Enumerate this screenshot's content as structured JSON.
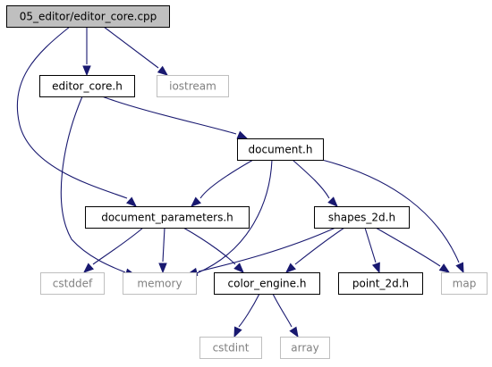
{
  "graph": {
    "nodes": [
      {
        "id": "editor_core_cpp",
        "label": "05_editor/editor_core.cpp",
        "kind": "root"
      },
      {
        "id": "editor_core_h",
        "label": "editor_core.h",
        "kind": "header"
      },
      {
        "id": "iostream",
        "label": "iostream",
        "kind": "system"
      },
      {
        "id": "document_h",
        "label": "document.h",
        "kind": "header"
      },
      {
        "id": "document_parameters_h",
        "label": "document_parameters.h",
        "kind": "header"
      },
      {
        "id": "shapes_2d_h",
        "label": "shapes_2d.h",
        "kind": "header"
      },
      {
        "id": "cstddef",
        "label": "cstddef",
        "kind": "system"
      },
      {
        "id": "memory",
        "label": "memory",
        "kind": "system"
      },
      {
        "id": "color_engine_h",
        "label": "color_engine.h",
        "kind": "header"
      },
      {
        "id": "point_2d_h",
        "label": "point_2d.h",
        "kind": "header"
      },
      {
        "id": "map",
        "label": "map",
        "kind": "system"
      },
      {
        "id": "cstdint",
        "label": "cstdint",
        "kind": "system"
      },
      {
        "id": "array",
        "label": "array",
        "kind": "system"
      }
    ],
    "edges": [
      {
        "from": "editor_core_cpp",
        "to": "editor_core_h"
      },
      {
        "from": "editor_core_cpp",
        "to": "iostream"
      },
      {
        "from": "editor_core_cpp",
        "to": "document_parameters_h"
      },
      {
        "from": "editor_core_h",
        "to": "document_h"
      },
      {
        "from": "editor_core_h",
        "to": "memory"
      },
      {
        "from": "document_h",
        "to": "document_parameters_h"
      },
      {
        "from": "document_h",
        "to": "memory"
      },
      {
        "from": "document_h",
        "to": "shapes_2d_h"
      },
      {
        "from": "document_h",
        "to": "map"
      },
      {
        "from": "document_parameters_h",
        "to": "cstddef"
      },
      {
        "from": "document_parameters_h",
        "to": "memory"
      },
      {
        "from": "document_parameters_h",
        "to": "color_engine_h"
      },
      {
        "from": "shapes_2d_h",
        "to": "memory"
      },
      {
        "from": "shapes_2d_h",
        "to": "color_engine_h"
      },
      {
        "from": "shapes_2d_h",
        "to": "point_2d_h"
      },
      {
        "from": "shapes_2d_h",
        "to": "map"
      },
      {
        "from": "color_engine_h",
        "to": "cstdint"
      },
      {
        "from": "color_engine_h",
        "to": "array"
      }
    ]
  },
  "colors": {
    "edge": "#191970",
    "root_fill": "#bfbfbf",
    "system_border": "#bfbfbf",
    "system_text": "#808080",
    "header_border": "#000000"
  }
}
